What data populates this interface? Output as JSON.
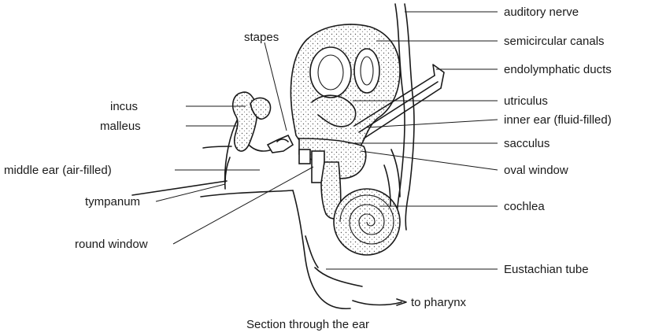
{
  "labels": {
    "auditory_nerve": "auditory nerve",
    "stapes": "stapes",
    "semicircular_canals": "semicircular canals",
    "endolymphatic_ducts": "endolymphatic ducts",
    "incus": "incus",
    "utriculus": "utriculus",
    "malleus": "malleus",
    "inner_ear": "inner ear (fluid-filled)",
    "sacculus": "sacculus",
    "middle_ear": "middle ear (air-filled)",
    "oval_window": "oval window",
    "tympanum": "tympanum",
    "cochlea": "cochlea",
    "round_window": "round window",
    "eustachian_tube": "Eustachian tube",
    "to_pharynx": "to pharynx"
  },
  "caption": "Section through the ear"
}
